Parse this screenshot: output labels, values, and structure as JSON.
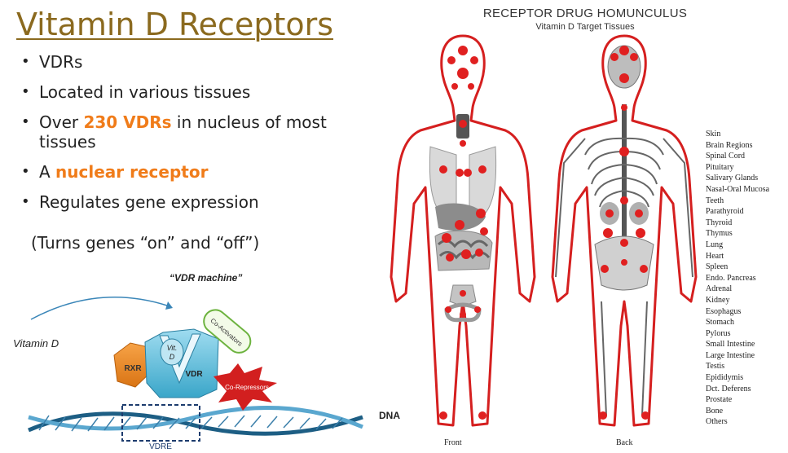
{
  "slide": {
    "title": "Vitamin D Receptors",
    "bullets": [
      {
        "pre": "VDRs",
        "hl": "",
        "post": ""
      },
      {
        "pre": "Located in various tissues",
        "hl": "",
        "post": ""
      },
      {
        "pre": "Over ",
        "hl": "230 VDRs",
        "post": " in nucleus of most tissues"
      },
      {
        "pre": "A ",
        "hl": "nuclear receptor",
        "post": ""
      },
      {
        "pre": "Regulates gene expression",
        "hl": "",
        "post": ""
      }
    ],
    "note": "(Turns genes “on” and “off”)",
    "accent_color": "#f07c1a",
    "title_color": "#8b6a1f"
  },
  "vdr_diagram": {
    "machine_label": "“VDR machine”",
    "vitamin_d_label": "Vitamin  D",
    "rxr_label": "RXR",
    "vdr_label": "VDR",
    "vit_d_label": "Vit.",
    "vit_d_label2": "D",
    "coactivators_label": "Co-Activators",
    "corepressors_label": "Co-Repressors",
    "vdre_label": "VDRE",
    "dna_label": "DNA"
  },
  "homunculus": {
    "title": "RECEPTOR DRUG HOMUNCULUS",
    "subtitle": "Vitamin D Target Tissues",
    "front_label": "Front",
    "back_label": "Back",
    "tissues": [
      "Skin",
      "Brain Regions",
      "Spinal Cord",
      "Pituitary",
      "Salivary Glands",
      "Nasal-Oral Mucosa",
      "Teeth",
      "Parathyroid",
      "Thyroid",
      "Thymus",
      "Lung",
      "Heart",
      "Spleen",
      "Endo. Pancreas",
      "Adrenal",
      "Kidney",
      "Esophagus",
      "Stomach",
      "Pylorus",
      "Small Intestine",
      "Large Intestine",
      "Testis",
      "Epididymis",
      "Dct. Deferens",
      "Prostate",
      "Bone",
      "Others"
    ]
  }
}
